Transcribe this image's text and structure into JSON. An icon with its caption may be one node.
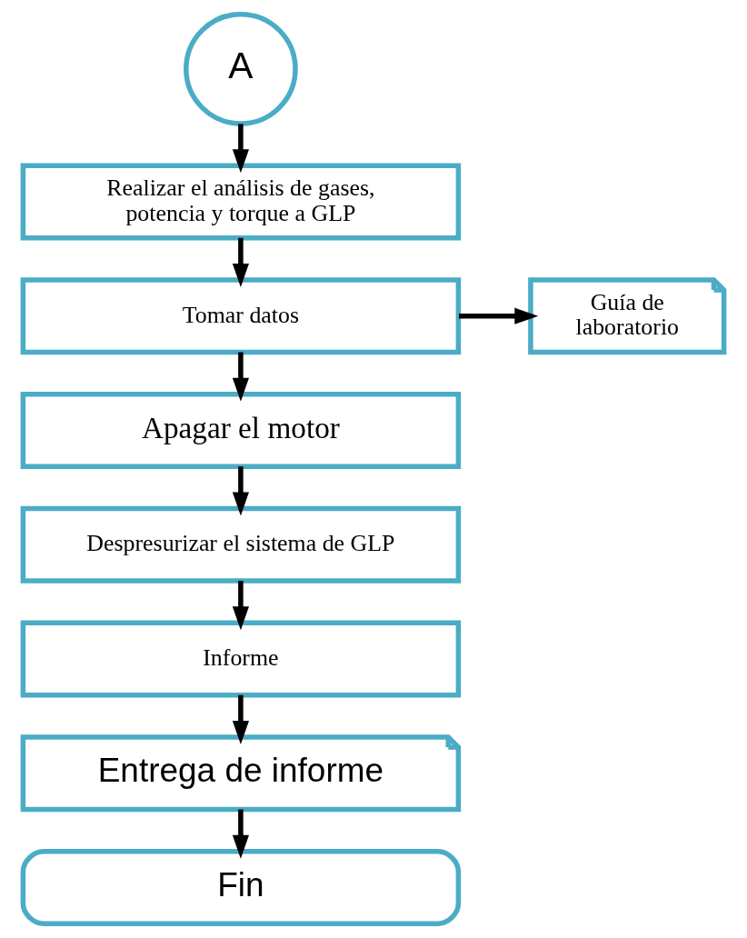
{
  "diagram": {
    "nodes": [
      {
        "text": [
          "A"
        ]
      },
      {
        "text": [
          "Realizar el análisis de gases, potencia y torque a GLP"
        ]
      },
      {
        "text": [
          "Tomar datos"
        ]
      },
      {
        "text": [
          "Guía de laboratorio"
        ]
      },
      {
        "text": [
          "Apagar el motor"
        ]
      },
      {
        "text": [
          "Despresurizar el sistema de GLP"
        ]
      },
      {
        "text": [
          "Informe"
        ]
      },
      {
        "text": [
          "Entrega de informe"
        ]
      },
      {
        "text": [
          "Fin"
        ]
      }
    ],
    "edges": [
      {
        "from": 0,
        "to": 1,
        "arrow": "to"
      },
      {
        "from": 1,
        "to": 2,
        "arrow": "to"
      },
      {
        "from": 2,
        "to": 4,
        "arrow": "to"
      },
      {
        "from": 2,
        "to": 3,
        "arrow": "to"
      },
      {
        "from": 4,
        "to": 5,
        "arrow": "to"
      },
      {
        "from": 5,
        "to": 6,
        "arrow": "to"
      },
      {
        "from": 6,
        "to": 7,
        "arrow": "to"
      },
      {
        "from": 7,
        "to": 8,
        "arrow": "to"
      }
    ]
  }
}
